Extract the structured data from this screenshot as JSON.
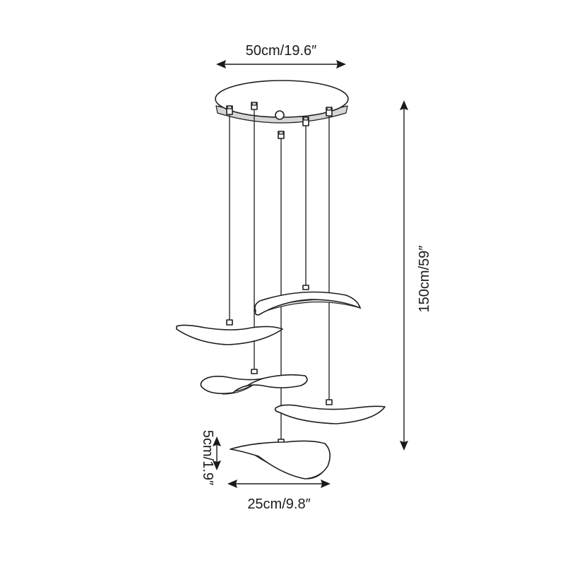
{
  "dimensions": {
    "canopy_width": "50cm/19.6″",
    "total_height": "150cm/59″",
    "shade_height": "5cm/1.9″",
    "shade_width": "25cm/9.8″"
  },
  "colors": {
    "line": "#1e1e1e",
    "shade_fill": "#d6d6d6",
    "background": "#ffffff"
  }
}
